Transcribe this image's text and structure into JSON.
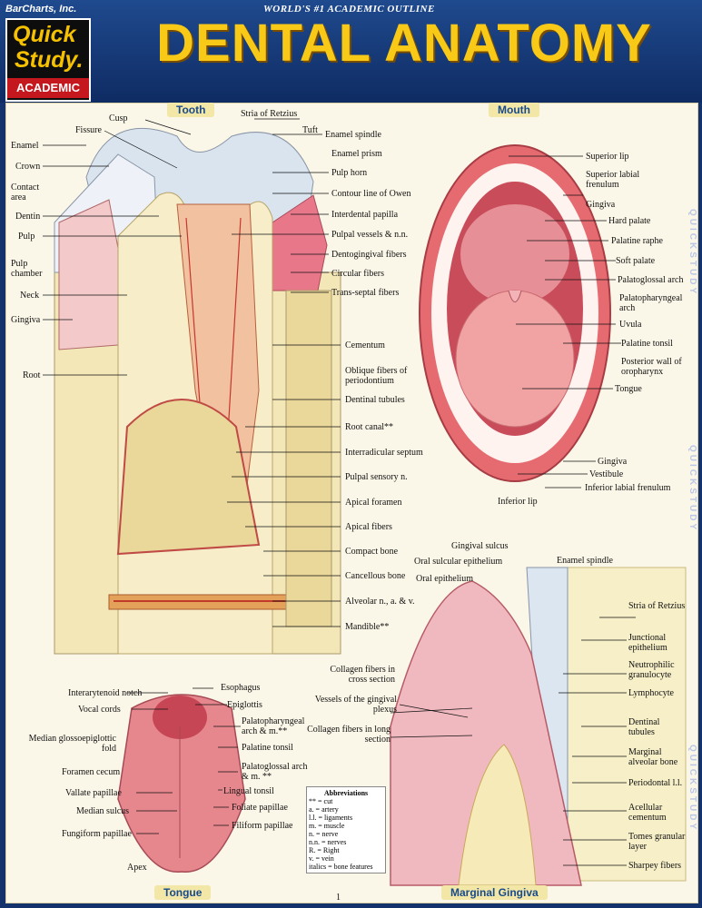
{
  "header": {
    "brand": "BarCharts, Inc.",
    "tagline": "WORLD'S #1 ACADEMIC OUTLINE",
    "logo_line1": "Quick",
    "logo_line2": "Study.",
    "logo_line3": "ACADEMIC",
    "title": "DENTAL ANATOMY"
  },
  "sections": {
    "tooth": "Tooth",
    "mouth": "Mouth",
    "tongue": "Tongue",
    "gingiva": "Marginal Gingiva"
  },
  "side_text": "QUICKSTUDY",
  "tooth_left": [
    "Cusp",
    "Fissure",
    "Enamel",
    "Crown",
    "Contact area",
    "Dentin",
    "Pulp",
    "Pulp chamber",
    "Neck",
    "Gingiva",
    "Root"
  ],
  "tooth_right": [
    "Stria of Retzius",
    "Tuft",
    "Enamel spindle",
    "Enamel prism",
    "Pulp horn",
    "Contour line of Owen",
    "Interdental papilla",
    "Pulpal vessels & n.n.",
    "Dentogingival fibers",
    "Circular fibers",
    "Trans-septal fibers",
    "Cementum",
    "Oblique fibers of periodontium",
    "Dentinal tubules",
    "Root canal**",
    "Interradicular septum",
    "Pulpal sensory n.",
    "Apical foramen",
    "Apical fibers",
    "Compact bone",
    "Cancellous bone",
    "Alveolar n., a. & v.",
    "Mandible**"
  ],
  "mouth_labels": [
    "Superior lip",
    "Superior labial frenulum",
    "Gingiva",
    "Hard palate",
    "Palatine raphe",
    "Soft palate",
    "Palatoglossal arch",
    "Palatopharyngeal arch",
    "Uvula",
    "Palatine tonsil",
    "Posterior wall of oropharynx",
    "Tongue",
    "Gingiva",
    "Vestibule",
    "Inferior labial frenulum",
    "Inferior lip"
  ],
  "tongue_left": [
    "Interarytenoid notch",
    "Vocal cords",
    "Median glossoepiglottic fold",
    "Foramen cecum",
    "Vallate papillae",
    "Median sulcus",
    "Fungiform papillae",
    "Apex"
  ],
  "tongue_right": [
    "Esophagus",
    "Epiglottis",
    "Palatopharyngeal arch & m.**",
    "Palatine tonsil",
    "Palatoglossal arch & m. **",
    "Lingual tonsil",
    "Foliate papillae",
    "Filiform papillae"
  ],
  "gingiva_top": [
    "Gingival sulcus",
    "Oral sulcular epithelium",
    "Oral epithelium",
    "Enamel spindle"
  ],
  "gingiva_left": [
    "Collagen fibers in cross section",
    "Vessels of the gingival plexus",
    "Collagen fibers in long section"
  ],
  "gingiva_right": [
    "Stria of Retzius",
    "Junctional epithelium",
    "Neutrophilic granulocyte",
    "Lymphocyte",
    "Dentinal tubules",
    "Marginal alveolar bone",
    "Periodontal l.l.",
    "Acellular cementum",
    "Tomes granular layer",
    "Sharpey fibers"
  ],
  "abbreviations": {
    "title": "Abbreviations",
    "items": [
      "** = cut",
      "a. = artery",
      "l.l. = ligaments",
      "m. = muscle",
      "n. = nerve",
      "n.n. = nerves",
      "R. = Right",
      "v. = vein",
      "italics = bone features"
    ]
  },
  "page_number": "1"
}
